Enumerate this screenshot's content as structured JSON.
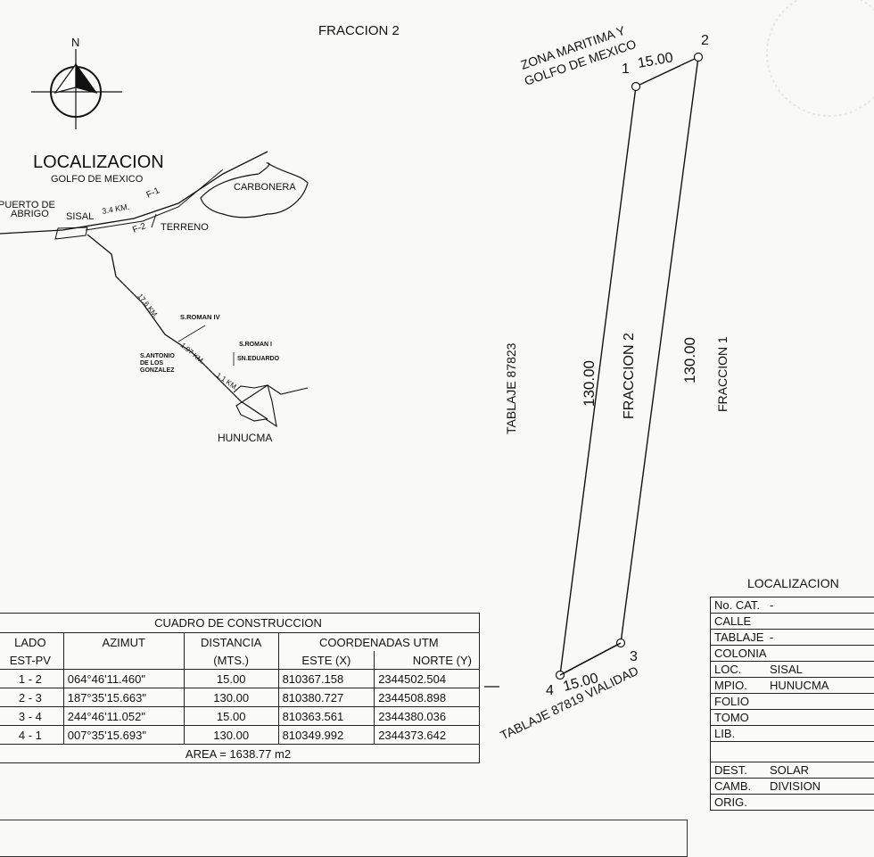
{
  "title_top": "FRACCION 2",
  "north": "N",
  "locator_map": {
    "title": "LOCALIZACION",
    "subtitle": "GOLFO DE MEXICO",
    "labels": {
      "carbonera": "CARBONERA",
      "puerto_1": "PUERTO DE",
      "puerto_2": "ABRIGO",
      "sisal": "SISAL",
      "km_34": "3.4 KM.",
      "f1": "F-1",
      "f2": "F-2",
      "terreno": "TERRENO",
      "km_176": "17.6 KM.",
      "s_roman_iv": "S.ROMAN IV",
      "s_roman_i": "S.ROMAN I",
      "sn_eduardo": "SN.EDUARDO",
      "s_antonio_1": "S.ANTONIO",
      "s_antonio_2": "DE LOS",
      "s_antonio_3": "GONZALEZ",
      "km_197": "1.97 KM.",
      "km_11": "1.1 KM.",
      "hunucma": "HUNUCMA"
    }
  },
  "plot": {
    "zona_1": "ZONA MARITIMA Y",
    "zona_2": "GOLFO DE MEXICO",
    "top_length": "15.00",
    "bottom_length": "15.00",
    "left_length": "130.00",
    "right_length": "130.00",
    "inner_label": "FRACCION 2",
    "west_label": "TABLAJE 87823",
    "east_label": "FRACCION 1",
    "south_label": "TABLAJE 87819 VIALIDAD",
    "vertex_1": "1",
    "vertex_2": "2",
    "vertex_3": "3",
    "vertex_4": "4"
  },
  "construction_table": {
    "title": "CUADRO DE CONSTRUCCION",
    "h_lado": "LADO",
    "h_estpv": "EST-PV",
    "h_azimut": "AZIMUT",
    "h_distancia": "DISTANCIA",
    "h_mts": "(MTS.)",
    "h_coords": "COORDENADAS UTM",
    "h_este": "ESTE (X)",
    "h_norte": "NORTE (Y)",
    "rows": [
      {
        "lado": "1 - 2",
        "azimut": "064°46'11.460\"",
        "distancia": "15.00",
        "este": "810367.158",
        "norte": "2344502.504"
      },
      {
        "lado": "2 - 3",
        "azimut": "187°35'15.663\"",
        "distancia": "130.00",
        "este": "810380.727",
        "norte": "2344508.898"
      },
      {
        "lado": "3 - 4",
        "azimut": "244°46'11.052\"",
        "distancia": "15.00",
        "este": "810363.561",
        "norte": "2344380.036"
      },
      {
        "lado": "4 - 1",
        "azimut": "007°35'15.693\"",
        "distancia": "130.00",
        "este": "810349.992",
        "norte": "2344373.642"
      }
    ],
    "area": "AREA = 1638.77 m2"
  },
  "localizacion_table": {
    "title": "LOCALIZACION",
    "rows": [
      {
        "key": "No. CAT.",
        "value": "-"
      },
      {
        "key": "CALLE",
        "value": ""
      },
      {
        "key": "TABLAJE",
        "value": "-"
      },
      {
        "key": "COLONIA",
        "value": ""
      },
      {
        "key": "LOC.",
        "value": "SISAL"
      },
      {
        "key": "MPIO.",
        "value": "HUNUCMA"
      },
      {
        "key": "FOLIO",
        "value": ""
      },
      {
        "key": "TOMO",
        "value": ""
      },
      {
        "key": "LIB.",
        "value": ""
      },
      {
        "key": "",
        "value": ""
      },
      {
        "key": "DEST.",
        "value": "SOLAR"
      },
      {
        "key": "CAMB.",
        "value": "DIVISION"
      },
      {
        "key": "ORIG.",
        "value": ""
      }
    ]
  }
}
